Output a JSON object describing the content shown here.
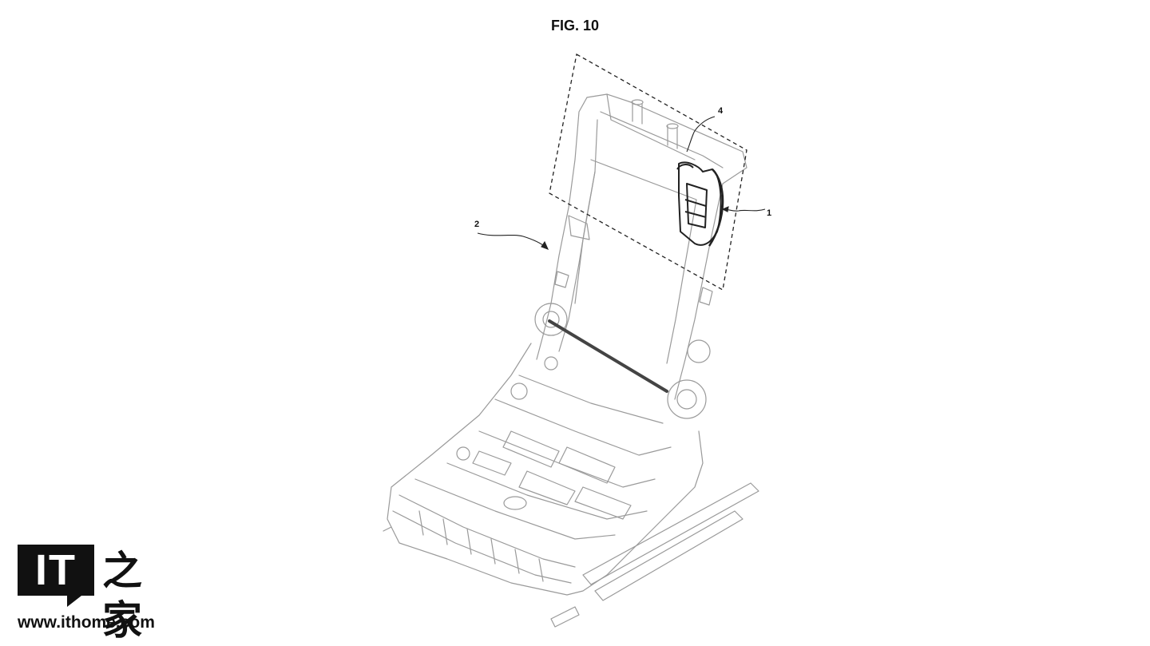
{
  "figure": {
    "title": "FIG. 10",
    "labels": {
      "component_1": "1",
      "seat_frame_2": "2",
      "region_4": "4"
    }
  },
  "watermark": {
    "logo_text": "IT",
    "logo_cn": "之家",
    "url": "www.ithome.com"
  }
}
